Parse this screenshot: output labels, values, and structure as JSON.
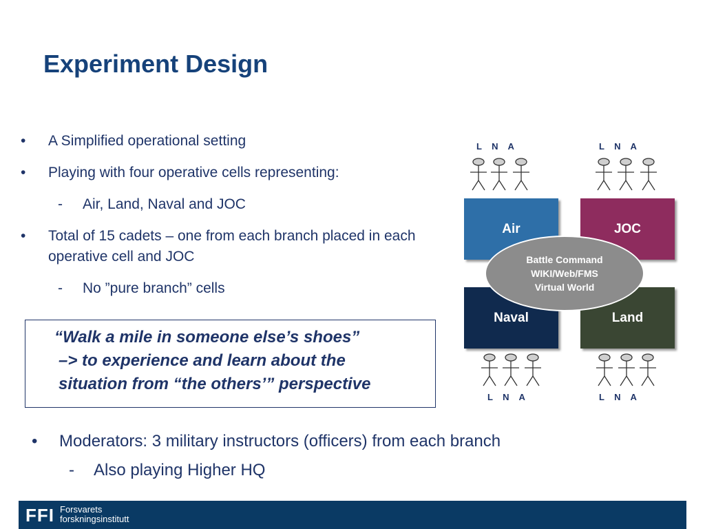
{
  "title": "Experiment Design",
  "bullets": [
    {
      "text": "A Simplified operational setting",
      "level": 1
    },
    {
      "text": "Playing with four operative cells representing:",
      "level": 1
    },
    {
      "text": "Air, Land, Naval and JOC",
      "level": 2
    },
    {
      "text": "Total of 15 cadets – one from each branch placed in each operative cell and JOC",
      "level": 1
    },
    {
      "text": "No ”pure branch” cells",
      "level": 2
    }
  ],
  "bullet_mark": "•",
  "sub_mark": "-",
  "quote": {
    "line1": "“Walk a mile in someone else’s shoes”",
    "line2": "–> to experience and learn about the",
    "line3": "situation from “the others’” perspective"
  },
  "bottom_bullets": [
    {
      "text": "Moderators: 3 military instructors (officers) from each branch",
      "level": 1
    },
    {
      "text": "Also playing Higher HQ",
      "level": 2
    }
  ],
  "diagram": {
    "cells": [
      {
        "label": "Air",
        "color": "#2e6fa8"
      },
      {
        "label": "JOC",
        "color": "#8e2c5e"
      },
      {
        "label": "Naval",
        "color": "#102a4e"
      },
      {
        "label": "Land",
        "color": "#3a4633"
      }
    ],
    "center": {
      "line1": "Battle Command",
      "line2": "WIKI/Web/FMS",
      "line3": "Virtual World",
      "color": "#8c8c8c"
    },
    "group_label": "L    N    A"
  },
  "footer": {
    "logo": "FFI",
    "org_line1": "Forsvarets",
    "org_line2": "forskningsinstitutt",
    "color": "#0a3a64"
  }
}
